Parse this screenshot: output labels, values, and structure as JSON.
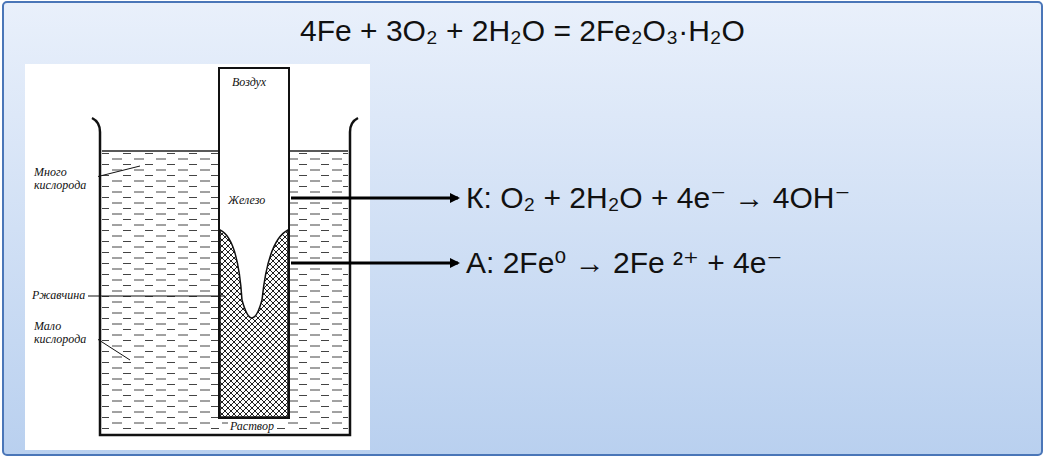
{
  "diagram": {
    "title": "4Fe + 3O₂ + 2H₂O = 2Fe₂O₃·H₂O",
    "labels": [
      "Воздух",
      "Железо",
      "Много кислорода",
      "Ржавчина",
      "Мало кислорода",
      "Раствор",
      "К: O₂ + 2H₂O + 4e⁻ → 4OH⁻",
      "А: 2Fe⁰ → 2Fe ²⁺ + 4e⁻"
    ]
  }
}
